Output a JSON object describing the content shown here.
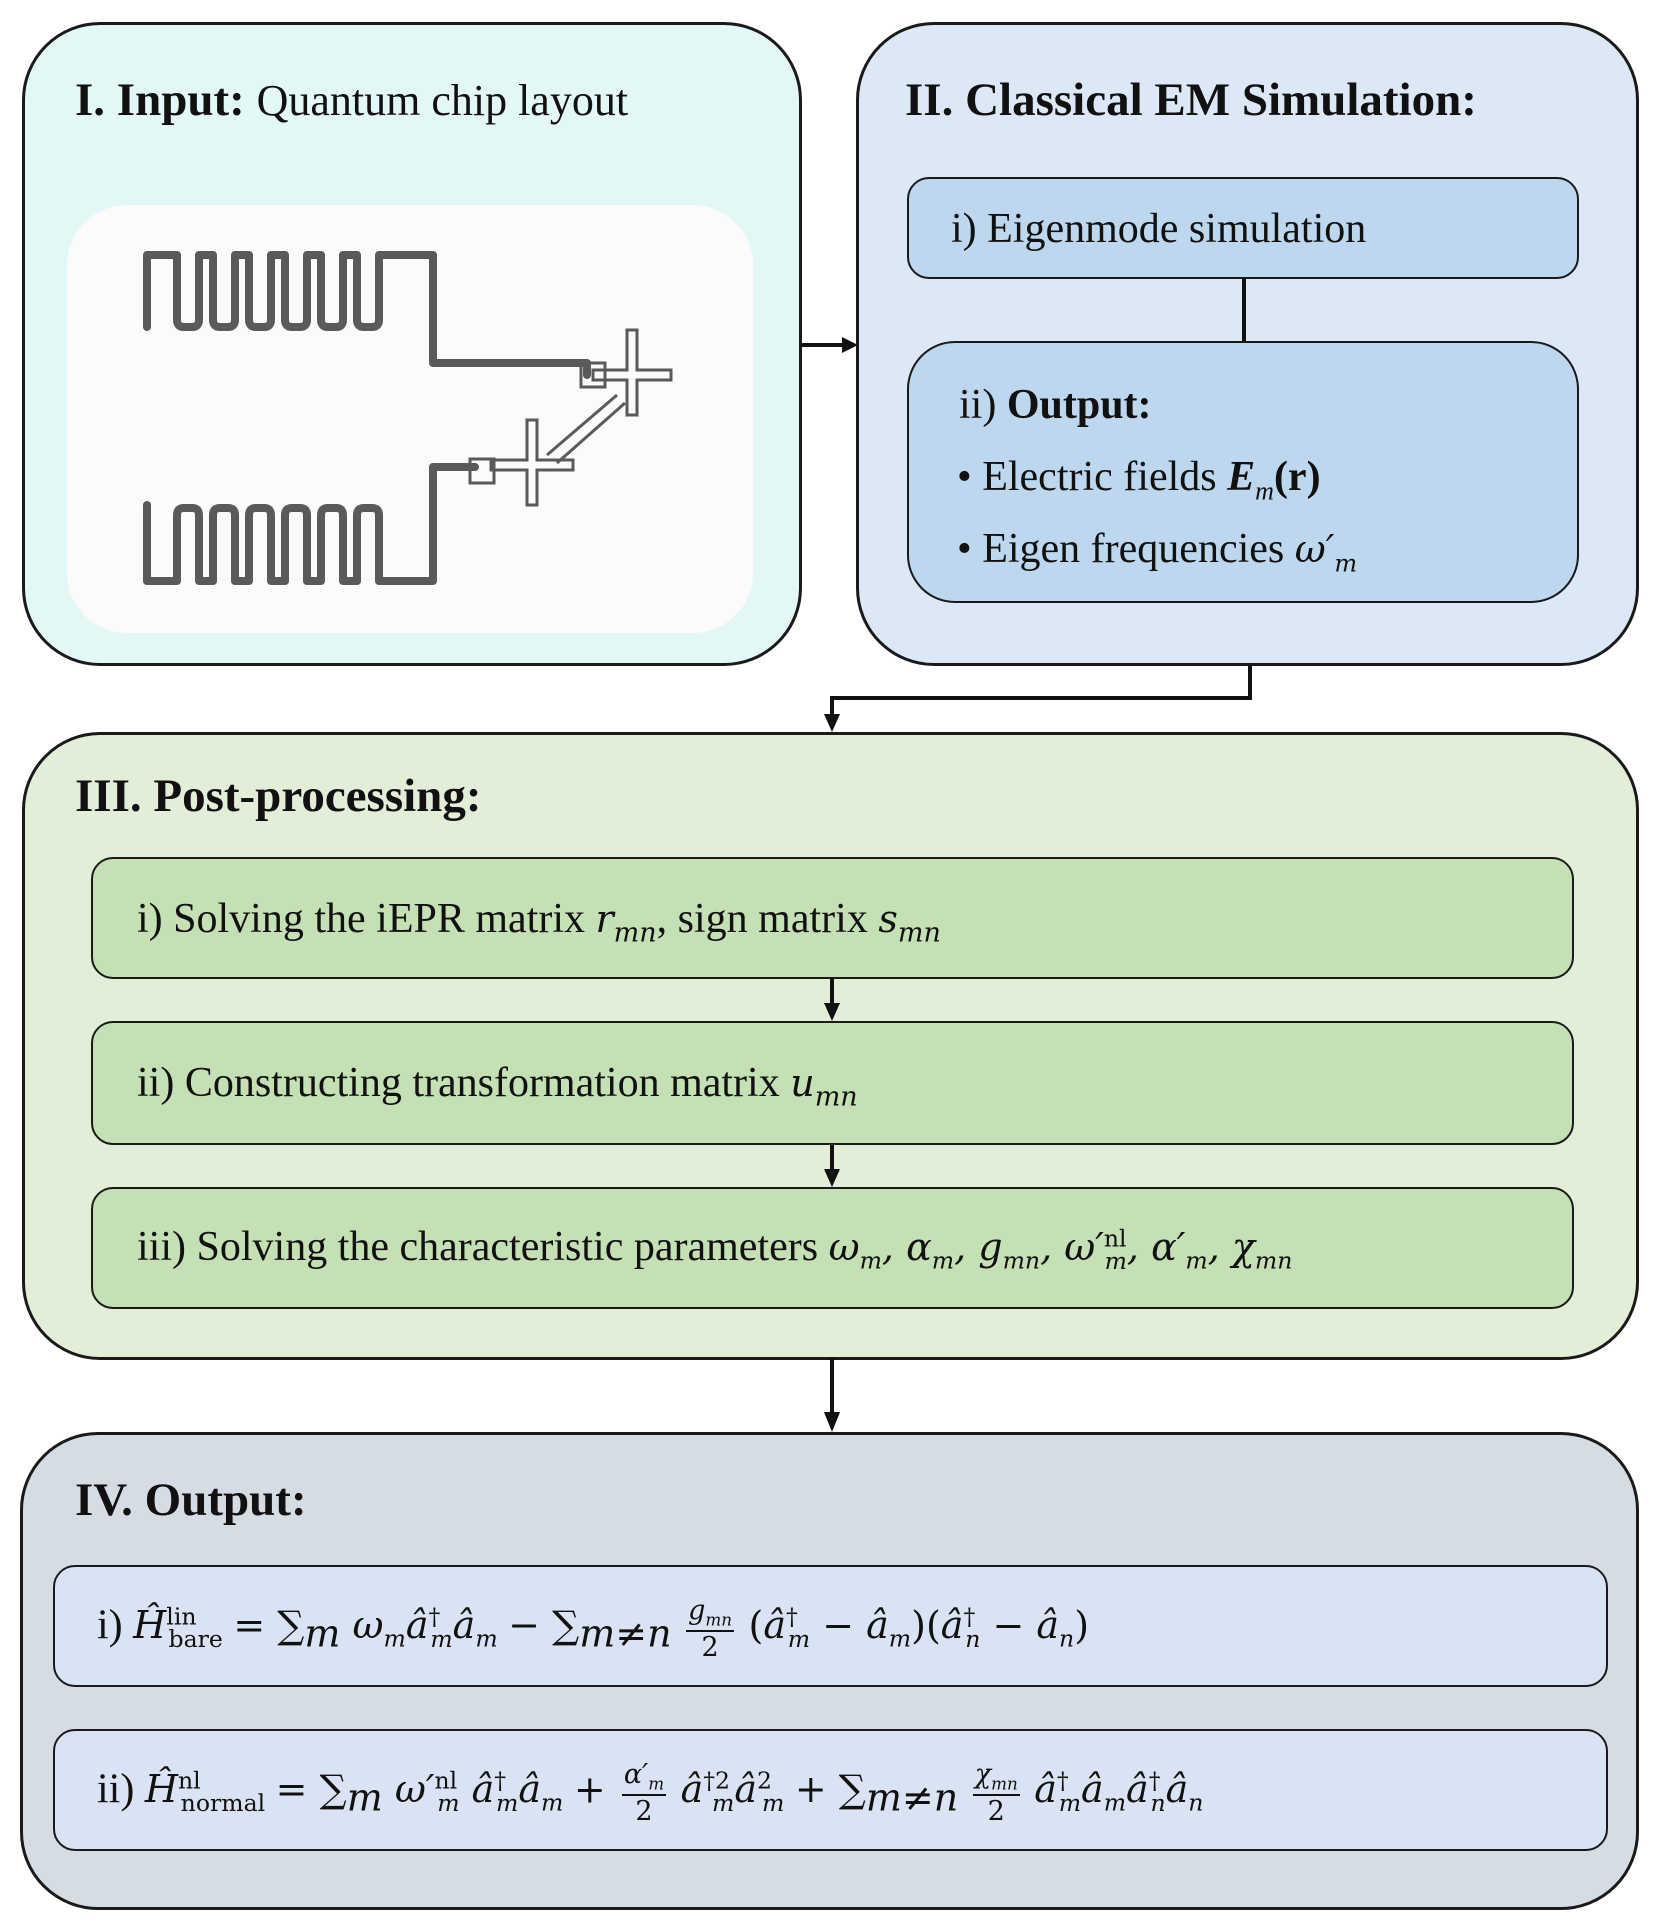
{
  "panel1": {
    "title_bold": "I. Input:",
    "title_rest": "Quantum chip layout"
  },
  "panel2": {
    "title": "II. Classical EM Simulation:",
    "step1": "i) Eigenmode simulation",
    "step2_prefix": "ii)",
    "step2_bold": "Output:",
    "bullet1_text": "Electric fields",
    "bullet1_math": "E",
    "bullet1_sub": "m",
    "bullet1_arg": "(r)",
    "bullet2_text": "Eigen frequencies",
    "bullet2_math": "ω′",
    "bullet2_sub": "m"
  },
  "panel3": {
    "title": "III. Post-processing:",
    "step1_text": "i) Solving the iEPR matrix",
    "step1_r": "r",
    "step1_r_sub": "mn",
    "step1_mid": ", sign matrix",
    "step1_s": "s",
    "step1_s_sub": "mn",
    "step2_text": "ii) Constructing transformation matrix",
    "step2_u": "u",
    "step2_u_sub": "mn",
    "step3_text": "iii) Solving the characteristic parameters"
  },
  "panel4": {
    "title": "IV. Output:",
    "eq1_prefix": "i)",
    "eq2_prefix": "ii)"
  },
  "colors": {
    "panel1_bg": "#e4f7f7",
    "panel2_bg": "#dce8f5",
    "panel2_box": "#bdd7ee",
    "panel3_bg": "#e2eed8",
    "panel3_box": "#c5e0b4",
    "panel4_bg": "#d6dce4",
    "panel4_box": "#dae3f3",
    "chip_bg": "#fbfbfb",
    "chip_line": "#555555"
  },
  "icons": {
    "chip": "quantum-chip-layout-drawing",
    "bullet": "bullet-dot"
  }
}
